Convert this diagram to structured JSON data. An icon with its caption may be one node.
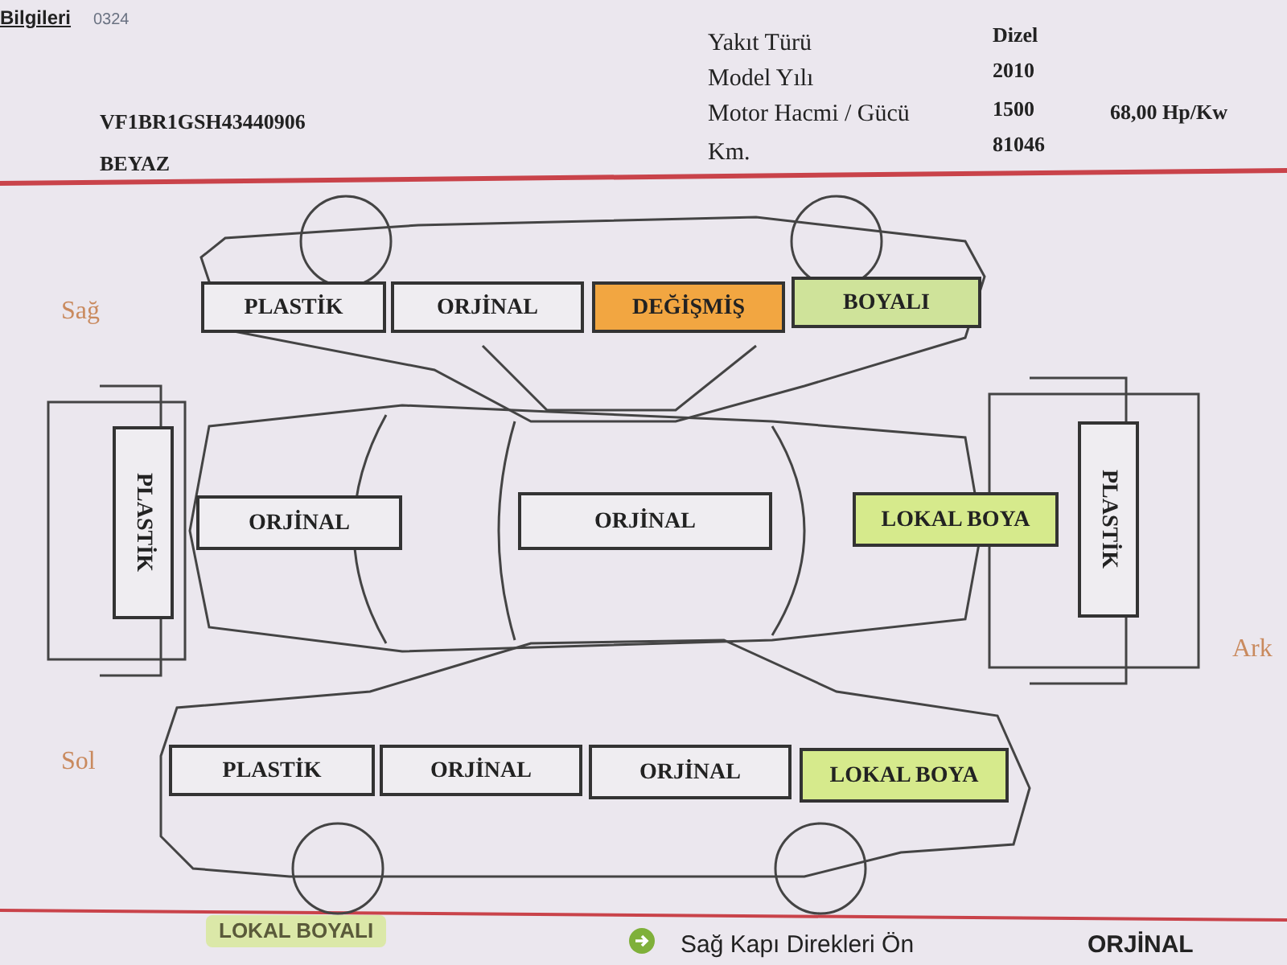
{
  "diagram": {
    "nodes": [
      {
        "text": [
          "PLASTİK"
        ]
      },
      {
        "text": [
          "ORJİNAL"
        ]
      },
      {
        "text": [
          "DEĞİŞMİŞ"
        ]
      },
      {
        "text": [
          "BOYALI"
        ]
      },
      {
        "text": [
          "PLASTİK"
        ]
      },
      {
        "text": [
          "ORJİNAL"
        ]
      },
      {
        "text": [
          "ORJİNAL"
        ]
      },
      {
        "text": [
          "LOKAL BOYA"
        ]
      },
      {
        "text": [
          "PLASTİK"
        ]
      },
      {
        "text": [
          "PLASTİK"
        ]
      },
      {
        "text": [
          "ORJİNAL"
        ]
      },
      {
        "text": [
          "ORJİNAL"
        ]
      },
      {
        "text": [
          "LOKAL BOYA"
        ]
      }
    ],
    "edges": [],
    "labels": [
      "Bilgileri",
      "0324",
      "VF1BR1GSH43440906",
      "BEYAZ",
      "Yakıt Türü",
      "Dizel",
      "Model Yılı",
      "2010",
      "Motor Hacmi / Gücü",
      "1500",
      "68,00 Hp/Kw",
      "Km.",
      "81046",
      "Sağ",
      "Ark",
      "Sol",
      "LOKAL BOYALI",
      "Sağ Kapı Direkleri Ön",
      "ORJİNAL"
    ]
  }
}
